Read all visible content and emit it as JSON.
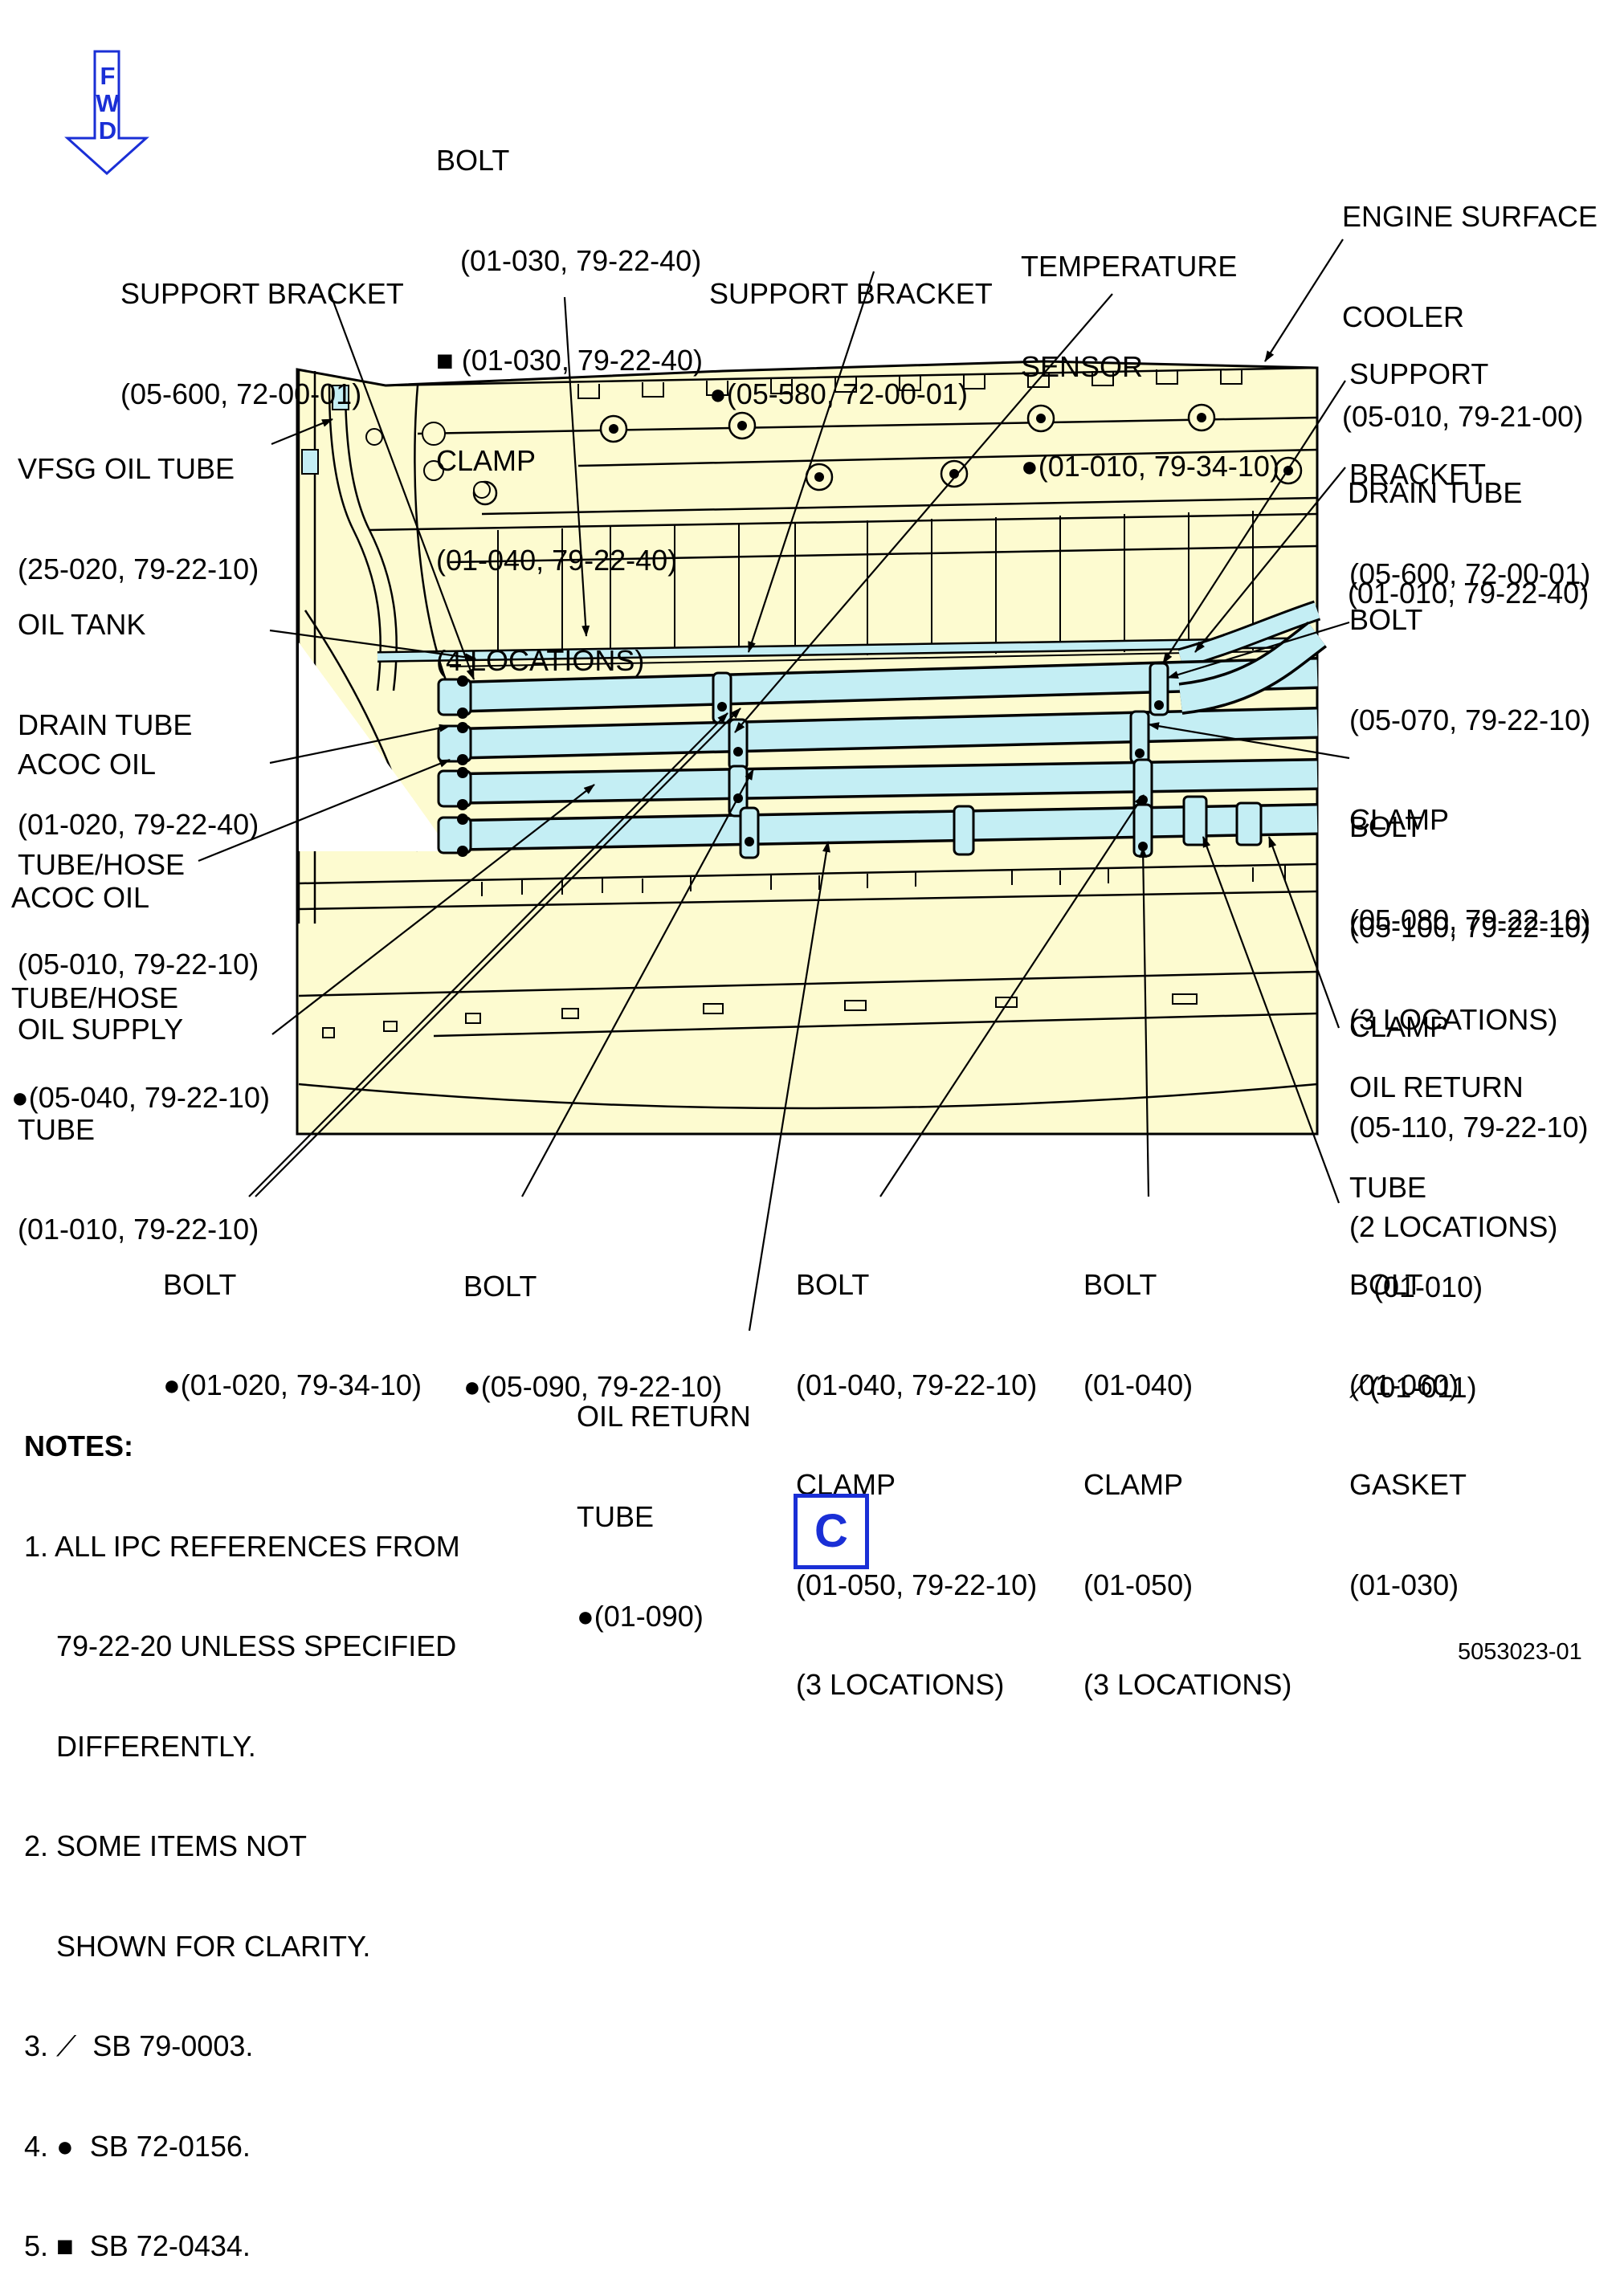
{
  "fwd_indicator": {
    "letters": [
      "F",
      "W",
      "D"
    ],
    "color": "#1a2fd6"
  },
  "view_label": "C",
  "figure_number": "5053023-01",
  "colors": {
    "engine_fill": "#fdfbd0",
    "tube_fill": "#c4eef4",
    "accent": "#1a2fd6"
  },
  "callouts": [
    {
      "id": "bolt-clamp-top",
      "lines": [
        "BOLT",
        "   (01-030, 79-22-40)",
        "■ (01-030, 79-22-40)",
        "CLAMP",
        "(01-040, 79-22-40)",
        "(4 LOCATIONS)"
      ]
    },
    {
      "id": "support-bracket-1",
      "lines": [
        "SUPPORT BRACKET",
        "(05-600, 72-00-01)"
      ]
    },
    {
      "id": "support-bracket-2",
      "lines": [
        "SUPPORT BRACKET",
        "●(05-580, 72-00-01)"
      ]
    },
    {
      "id": "temperature-sensor",
      "lines": [
        "TEMPERATURE",
        "SENSOR",
        "●(01-010, 79-34-10)"
      ]
    },
    {
      "id": "engine-surface-cooler",
      "lines": [
        "ENGINE SURFACE",
        "COOLER",
        "(05-010, 79-21-00)"
      ]
    },
    {
      "id": "support-bracket-3",
      "lines": [
        "SUPPORT",
        "BRACKET",
        "(05-600, 72-00-01)"
      ]
    },
    {
      "id": "drain-tube",
      "lines": [
        "DRAIN TUBE",
        "(01-010, 79-22-40)"
      ]
    },
    {
      "id": "vfsg-oil-tube",
      "lines": [
        "VFSG OIL TUBE",
        "(25-020, 79-22-10)"
      ]
    },
    {
      "id": "oil-tank-drain-tube",
      "lines": [
        "OIL TANK",
        "DRAIN TUBE",
        "(01-020, 79-22-40)"
      ]
    },
    {
      "id": "acoc-oil-tube-1",
      "lines": [
        "ACOC OIL",
        "TUBE/HOSE",
        "(05-010, 79-22-10)"
      ]
    },
    {
      "id": "acoc-oil-tube-2",
      "lines": [
        "ACOC OIL",
        "TUBE/HOSE",
        "●(05-040, 79-22-10)"
      ]
    },
    {
      "id": "oil-supply-tube",
      "lines": [
        "OIL SUPPLY",
        "TUBE",
        "(01-010, 79-22-10)"
      ]
    },
    {
      "id": "bolt-clamp-right-1",
      "lines": [
        "BOLT",
        "(05-070, 79-22-10)",
        "CLAMP",
        "(05-080, 79-22-10)",
        "(3 LOCATIONS)"
      ]
    },
    {
      "id": "bolt-clamp-right-2",
      "lines": [
        "BOLT",
        "(05-100, 79-22-10)",
        "CLAMP",
        "(05-110, 79-22-10)",
        "(2 LOCATIONS)"
      ]
    },
    {
      "id": "oil-return-tube-right",
      "lines": [
        "OIL RETURN",
        "TUBE",
        "   (01-010)",
        "⟋(01-011)"
      ]
    },
    {
      "id": "bolt-bottom-1",
      "lines": [
        "BOLT",
        "●(01-020, 79-34-10)"
      ]
    },
    {
      "id": "bolt-bottom-2",
      "lines": [
        "BOLT",
        "●(05-090, 79-22-10)"
      ]
    },
    {
      "id": "oil-return-tube-bottom",
      "lines": [
        "OIL RETURN",
        "TUBE",
        "●(01-090)"
      ]
    },
    {
      "id": "bolt-clamp-bottom-1",
      "lines": [
        "BOLT",
        "(01-040, 79-22-10)",
        "CLAMP",
        "(01-050, 79-22-10)",
        "(3 LOCATIONS)"
      ]
    },
    {
      "id": "bolt-clamp-bottom-2",
      "lines": [
        "BOLT",
        "(01-040)",
        "CLAMP",
        "(01-050)",
        "(3 LOCATIONS)"
      ]
    },
    {
      "id": "bolt-gasket",
      "lines": [
        "BOLT",
        "(01-060)",
        "GASKET",
        "(01-030)"
      ]
    }
  ],
  "notes": {
    "title": "NOTES:",
    "lines": [
      "1. ALL IPC REFERENCES FROM",
      "    79-22-20 UNLESS SPECIFIED",
      "    DIFFERENTLY.",
      "2. SOME ITEMS NOT",
      "    SHOWN FOR CLARITY.",
      "3. ⟋  SB 79-0003.",
      "4. ●  SB 72-0156.",
      "5. ■  SB 72-0434."
    ]
  }
}
